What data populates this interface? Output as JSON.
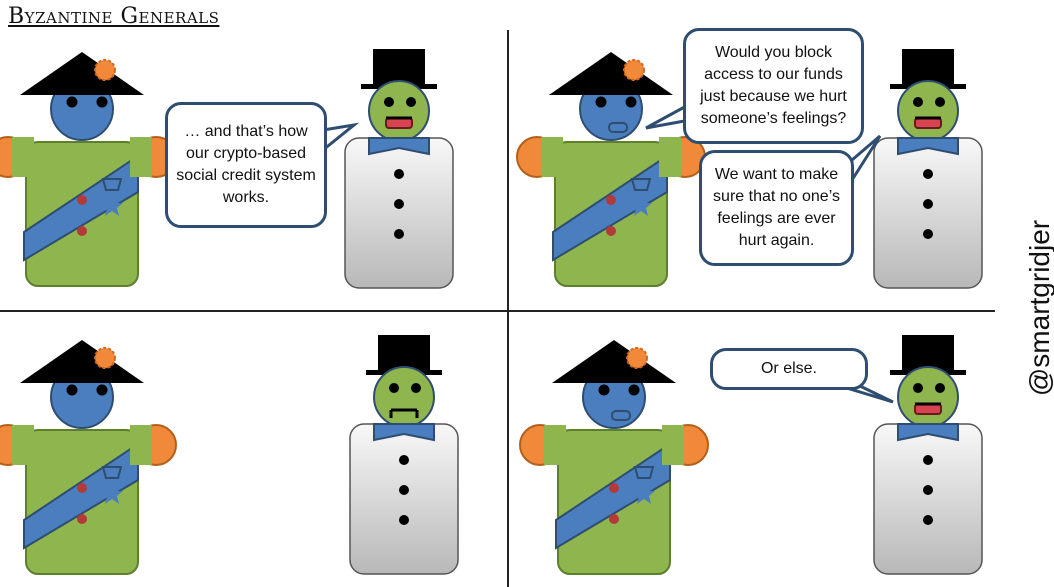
{
  "title": "Byzantine Generals",
  "handle": "@smartgridjer",
  "colors": {
    "general_skin": "#4a7ebf",
    "general_coat": "#8fb54f",
    "general_hat": "#000000",
    "general_epaulette": "#f08a3a",
    "banker_skin": "#8fb54f",
    "banker_mouth": "#d7434f",
    "banker_bowtie": "#4a7ebf",
    "bubble_border": "#2e4d70"
  },
  "panels": [
    {
      "bubbles": [
        {
          "text": "… and that’s how our crypto-based social credit system works."
        }
      ]
    },
    {
      "bubbles": [
        {
          "text": "Would you block access to our funds just because we hurt someone’s feelings?"
        },
        {
          "text": "We want to make sure that no one’s feelings are ever hurt again."
        }
      ]
    },
    {
      "bubbles": []
    },
    {
      "bubbles": [
        {
          "text": "Or else."
        }
      ]
    }
  ]
}
